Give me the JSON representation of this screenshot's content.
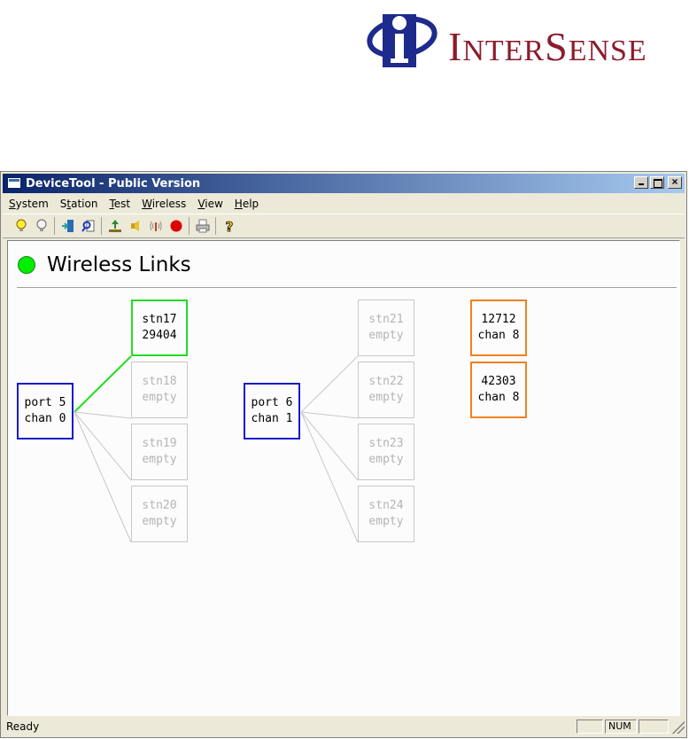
{
  "logo": {
    "brand": "InterSense"
  },
  "window": {
    "title": "DeviceTool - Public Version",
    "controls": [
      "minimize",
      "maximize",
      "close"
    ]
  },
  "menu": [
    {
      "label": "System",
      "ul": "S",
      "rest": "ystem"
    },
    {
      "label": "Station",
      "ul": "t",
      "pre": "S",
      "rest": "ation"
    },
    {
      "label": "Test",
      "ul": "T",
      "rest": "est"
    },
    {
      "label": "Wireless",
      "ul": "W",
      "rest": "ireless"
    },
    {
      "label": "View",
      "ul": "V",
      "rest": "iew"
    },
    {
      "label": "Help",
      "ul": "H",
      "rest": "elp"
    }
  ],
  "toolbar_icons": [
    "bulb-on-icon",
    "bulb-off-icon",
    "connect-icon",
    "search-icon",
    "upload-icon",
    "speaker-icon",
    "antenna-icon",
    "record-icon",
    "print-icon",
    "help-icon"
  ],
  "heading": {
    "title": "Wireless Links",
    "status_color": "#00ee00"
  },
  "ports": [
    {
      "line1": "port 5",
      "line2": "chan 0"
    },
    {
      "line1": "port 6",
      "line2": "chan 1"
    }
  ],
  "stations_a": [
    {
      "line1": "stn17",
      "line2": "29404",
      "active": true
    },
    {
      "line1": "stn18",
      "line2": "empty",
      "active": false
    },
    {
      "line1": "stn19",
      "line2": "empty",
      "active": false
    },
    {
      "line1": "stn20",
      "line2": "empty",
      "active": false
    }
  ],
  "stations_b": [
    {
      "line1": "stn21",
      "line2": "empty",
      "active": false
    },
    {
      "line1": "stn22",
      "line2": "empty",
      "active": false
    },
    {
      "line1": "stn23",
      "line2": "empty",
      "active": false
    },
    {
      "line1": "stn24",
      "line2": "empty",
      "active": false
    }
  ],
  "unassigned": [
    {
      "line1": "12712",
      "line2": "chan 8"
    },
    {
      "line1": "42303",
      "line2": "chan 8"
    }
  ],
  "status": {
    "text": "Ready",
    "pane1": "",
    "pane2": "NUM",
    "pane3": ""
  },
  "colors": {
    "port_border": "#1a1acc",
    "active_border": "#22dd22",
    "inactive_border": "#c8c8c8",
    "unassigned_border": "#f08020",
    "active_link": "#22dd22",
    "inactive_link": "#c8c8c8"
  }
}
